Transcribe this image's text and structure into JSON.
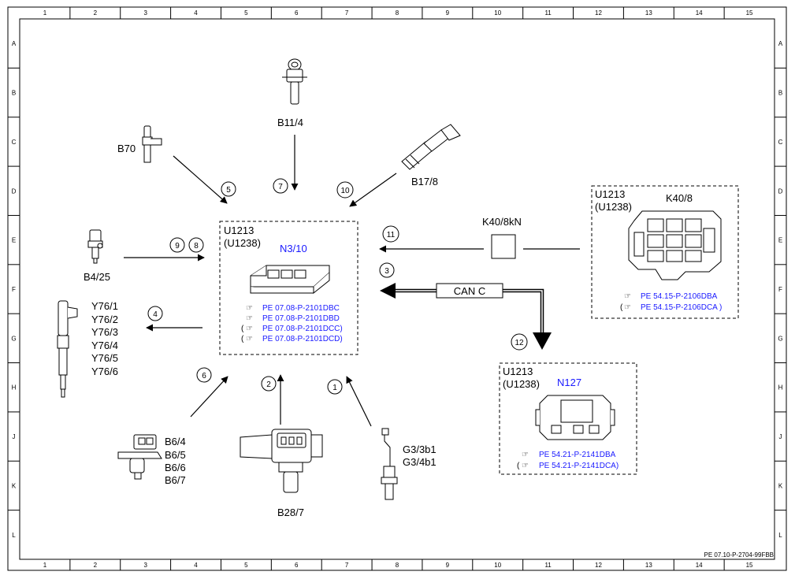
{
  "grid": {
    "columns": [
      "1",
      "2",
      "3",
      "4",
      "5",
      "6",
      "7",
      "8",
      "9",
      "10",
      "11",
      "12",
      "13",
      "14",
      "15"
    ],
    "rows": [
      "A",
      "B",
      "C",
      "D",
      "E",
      "F",
      "G",
      "H",
      "J",
      "K",
      "L"
    ]
  },
  "ecu": {
    "code1": "U1213",
    "code2": "(U1238)",
    "name": "N3/10",
    "refs": [
      "PE 07.08-P-2101DBC",
      "PE 07.08-P-2101DBD",
      "PE 07.08-P-2101DCC)",
      "PE 07.08-P-2101DCD)"
    ],
    "refs_open_paren": [
      "",
      "",
      "(",
      "("
    ]
  },
  "fusebox": {
    "code1": "U1213",
    "code2": "(U1238)",
    "name": "K40/8",
    "refs": [
      "PE 54.15-P-2106DBA",
      "PE 54.15-P-2106DCA )"
    ],
    "refs_open_paren": [
      "",
      "("
    ]
  },
  "transmission_ctrl": {
    "code1": "U1213",
    "code2": "(U1238)",
    "name": "N127",
    "refs": [
      "PE 54.21-P-2141DBA",
      "PE 54.21-P-2141DCA)"
    ],
    "refs_open_paren": [
      "",
      "("
    ]
  },
  "components": {
    "b11_4": "B11/4",
    "b70": "B70",
    "b17_8": "B17/8",
    "b4_25": "B4/25",
    "y76": [
      "Y76/1",
      "Y76/2",
      "Y76/3",
      "Y76/4",
      "Y76/5",
      "Y76/6"
    ],
    "b6": [
      "B6/4",
      "B6/5",
      "B6/6",
      "B6/7"
    ],
    "b28_7": "B28/7",
    "g3": [
      "G3/3b1",
      "G3/4b1"
    ],
    "relay": "K40/8kN",
    "can": "CAN C"
  },
  "callouts": {
    "c1": "1",
    "c2": "2",
    "c3": "3",
    "c4": "4",
    "c5": "5",
    "c6": "6",
    "c7": "7",
    "c8": "8",
    "c9": "9",
    "c10": "10",
    "c11": "11",
    "c12": "12"
  },
  "footer_code": "PE 07.10-P-2704-99FBB"
}
